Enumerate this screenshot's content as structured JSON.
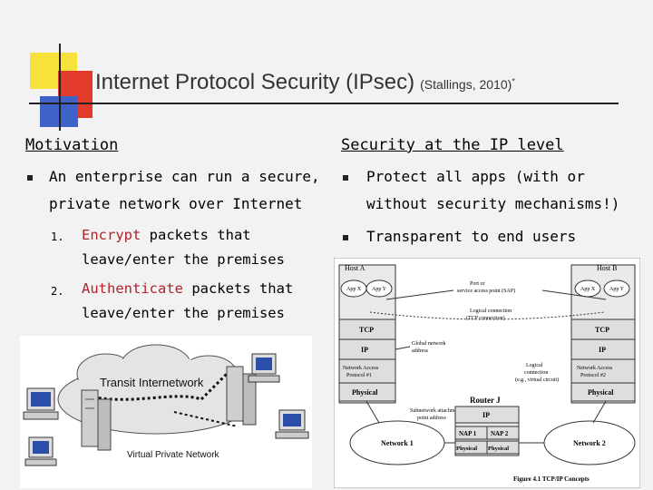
{
  "slide": {
    "title": "Internet Protocol Security (IPsec)",
    "citation": "(Stallings, 2010)",
    "citation_mark": "*"
  },
  "left": {
    "heading": "Motivation",
    "bullet_line1": "An enterprise can run a secure,",
    "bullet_line2": "private network over Internet",
    "items": [
      {
        "num": "1.",
        "keyword": "Encrypt",
        "rest": " packets that",
        "line2": "leave/enter the premises"
      },
      {
        "num": "2.",
        "keyword": "Authenticate",
        "rest": " packets that",
        "line2": "leave/enter the premises"
      }
    ]
  },
  "right": {
    "heading": "Security at the IP level",
    "bullet1_line1": "Protect all apps (with or",
    "bullet1_line2": "without security mechanisms!)",
    "bullet2": "Transparent to end users"
  },
  "vpn_figure": {
    "cloud_label": "Transit Internetwork",
    "caption": "Virtual Private Network"
  },
  "tcpip_figure": {
    "host_a": "Host A",
    "host_b": "Host B",
    "app_x": "App X",
    "app_y": "App Y",
    "port_label": [
      "Port or",
      "service access point (SAP)"
    ],
    "logical_tcp": [
      "Logical connection",
      "(TCP connection)"
    ],
    "tcp": "TCP",
    "ip": "IP",
    "global_addr": [
      "Global network",
      "address"
    ],
    "nap": [
      "Network Access",
      "Protocol #1",
      "Protocol #2"
    ],
    "physical": "Physical",
    "subnet_attach": [
      "Subnetwork attachment",
      "point address"
    ],
    "logical_vc": [
      "Logical",
      "connection",
      "(e.g., virtual circuit)"
    ],
    "router": "Router J",
    "nap1": "NAP 1",
    "nap2": "NAP 2",
    "network1": "Network 1",
    "network2": "Network 2",
    "caption": "Figure 4.1  TCP/IP Concepts"
  }
}
